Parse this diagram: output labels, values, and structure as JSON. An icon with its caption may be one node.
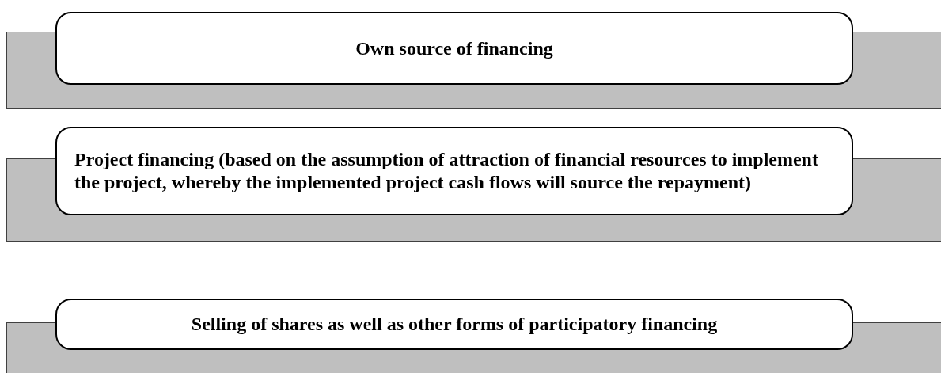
{
  "diagram": {
    "nodes": [
      {
        "text": [
          "Own source of financing"
        ]
      },
      {
        "text": [
          "Project financing (based on the assumption of attraction of financial resources to implement the project, whereby the implemented project cash flows will source the repayment)"
        ]
      },
      {
        "text": [
          "Selling of shares as well as other forms of participatory financing"
        ]
      }
    ],
    "edges": []
  }
}
